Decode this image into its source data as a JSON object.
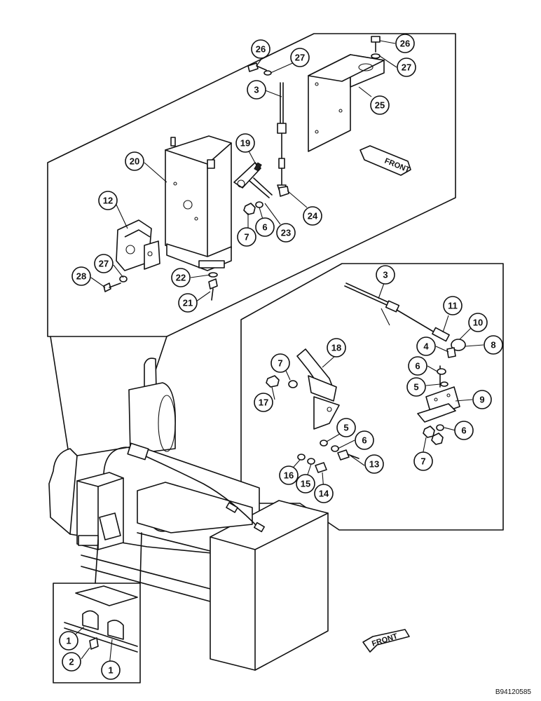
{
  "document_code": "B94120585",
  "front_labels": [
    "FRONT",
    "FRONT"
  ],
  "callouts": {
    "top": [
      "26",
      "27",
      "3",
      "26",
      "27",
      "25",
      "19",
      "20",
      "12",
      "24",
      "6",
      "7",
      "23",
      "27",
      "28",
      "22",
      "21"
    ],
    "right": [
      "3",
      "11",
      "10",
      "8",
      "4",
      "18",
      "6",
      "7",
      "17",
      "5",
      "9",
      "5",
      "6",
      "6",
      "16",
      "13",
      "15",
      "14",
      "7"
    ],
    "inset": [
      "1",
      "2",
      "1"
    ]
  },
  "colors": {
    "line": "#111111",
    "background": "#ffffff"
  }
}
